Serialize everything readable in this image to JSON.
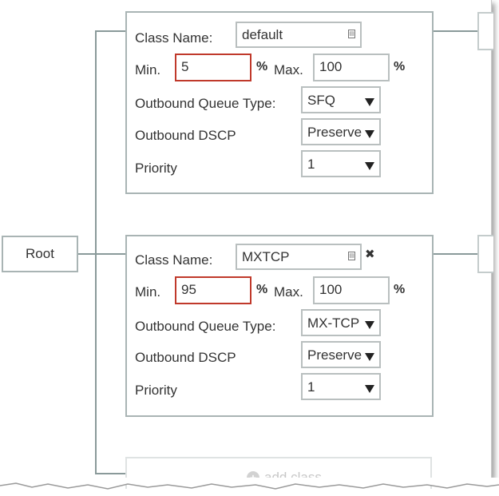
{
  "root_label": "Root",
  "classes": [
    {
      "class_name_label": "Class Name:",
      "class_name_value": "default",
      "min_label": "Min.",
      "min_value": "5",
      "pct1": "%",
      "max_label": "Max.",
      "max_value": "100",
      "pct2": "%",
      "queue_label": "Outbound Queue Type:",
      "queue_value": "SFQ",
      "dscp_label": "Outbound DSCP",
      "dscp_value": "Preserve",
      "priority_label": "Priority",
      "priority_value": "1"
    },
    {
      "class_name_label": "Class Name:",
      "class_name_value": "MXTCP",
      "min_label": "Min.",
      "min_value": "95",
      "pct1": "%",
      "max_label": "Max.",
      "max_value": "100",
      "pct2": "%",
      "queue_label": "Outbound Queue Type:",
      "queue_value": "MX-TCP",
      "dscp_label": "Outbound DSCP",
      "dscp_value": "Preserve",
      "priority_label": "Priority",
      "priority_value": "1"
    }
  ],
  "remove_glyph": "✖",
  "add_class_label": "add class",
  "colors": {
    "border": "#a9b4b4",
    "error_border": "#c0392b",
    "connector": "#8a9a9a"
  }
}
